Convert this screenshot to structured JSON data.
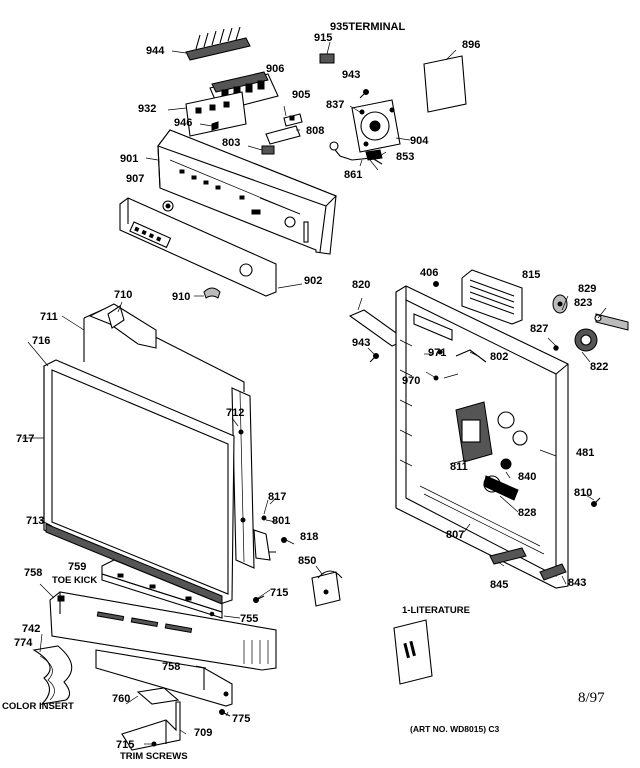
{
  "diagram": {
    "part_labels": {
      "p944": "944",
      "p935": "935TERMINAL",
      "p915": "915",
      "p896": "896",
      "p906": "906",
      "p943a": "943",
      "p932": "932",
      "p905": "905",
      "p837": "837",
      "p946": "946",
      "p808": "808",
      "p904": "904",
      "p803": "803",
      "p853": "853",
      "p901": "901",
      "p861": "861",
      "p907": "907",
      "p902": "902",
      "p910": "910",
      "p406": "406",
      "p815": "815",
      "p829": "829",
      "p820": "820",
      "p823": "823",
      "p710": "710",
      "p711": "711",
      "p827": "827",
      "p716": "716",
      "p943b": "943",
      "p971": "971",
      "p802": "802",
      "p822": "822",
      "p970": "970",
      "p712": "712",
      "p717": "717",
      "p481": "481",
      "p811": "811",
      "p840": "840",
      "p817": "817",
      "p810": "810",
      "p801": "801",
      "p828": "828",
      "p713": "713",
      "p818": "818",
      "p807": "807",
      "p850": "850",
      "p759": "759",
      "p758a": "758",
      "p845": "845",
      "p843": "843",
      "p715a": "715",
      "p755": "755",
      "p742": "742",
      "p774": "774",
      "p758b": "758",
      "p760": "760",
      "p775": "775",
      "p709": "709",
      "p715b": "715"
    },
    "captions": {
      "toe_kick": "TOE KICK",
      "literature": "1-LITERATURE",
      "color_insert": "COLOR INSERT",
      "trim_screws": "TRIM SCREWS"
    },
    "date_mark": "8/97",
    "art_number": "(ART NO. WD8015) C3"
  }
}
